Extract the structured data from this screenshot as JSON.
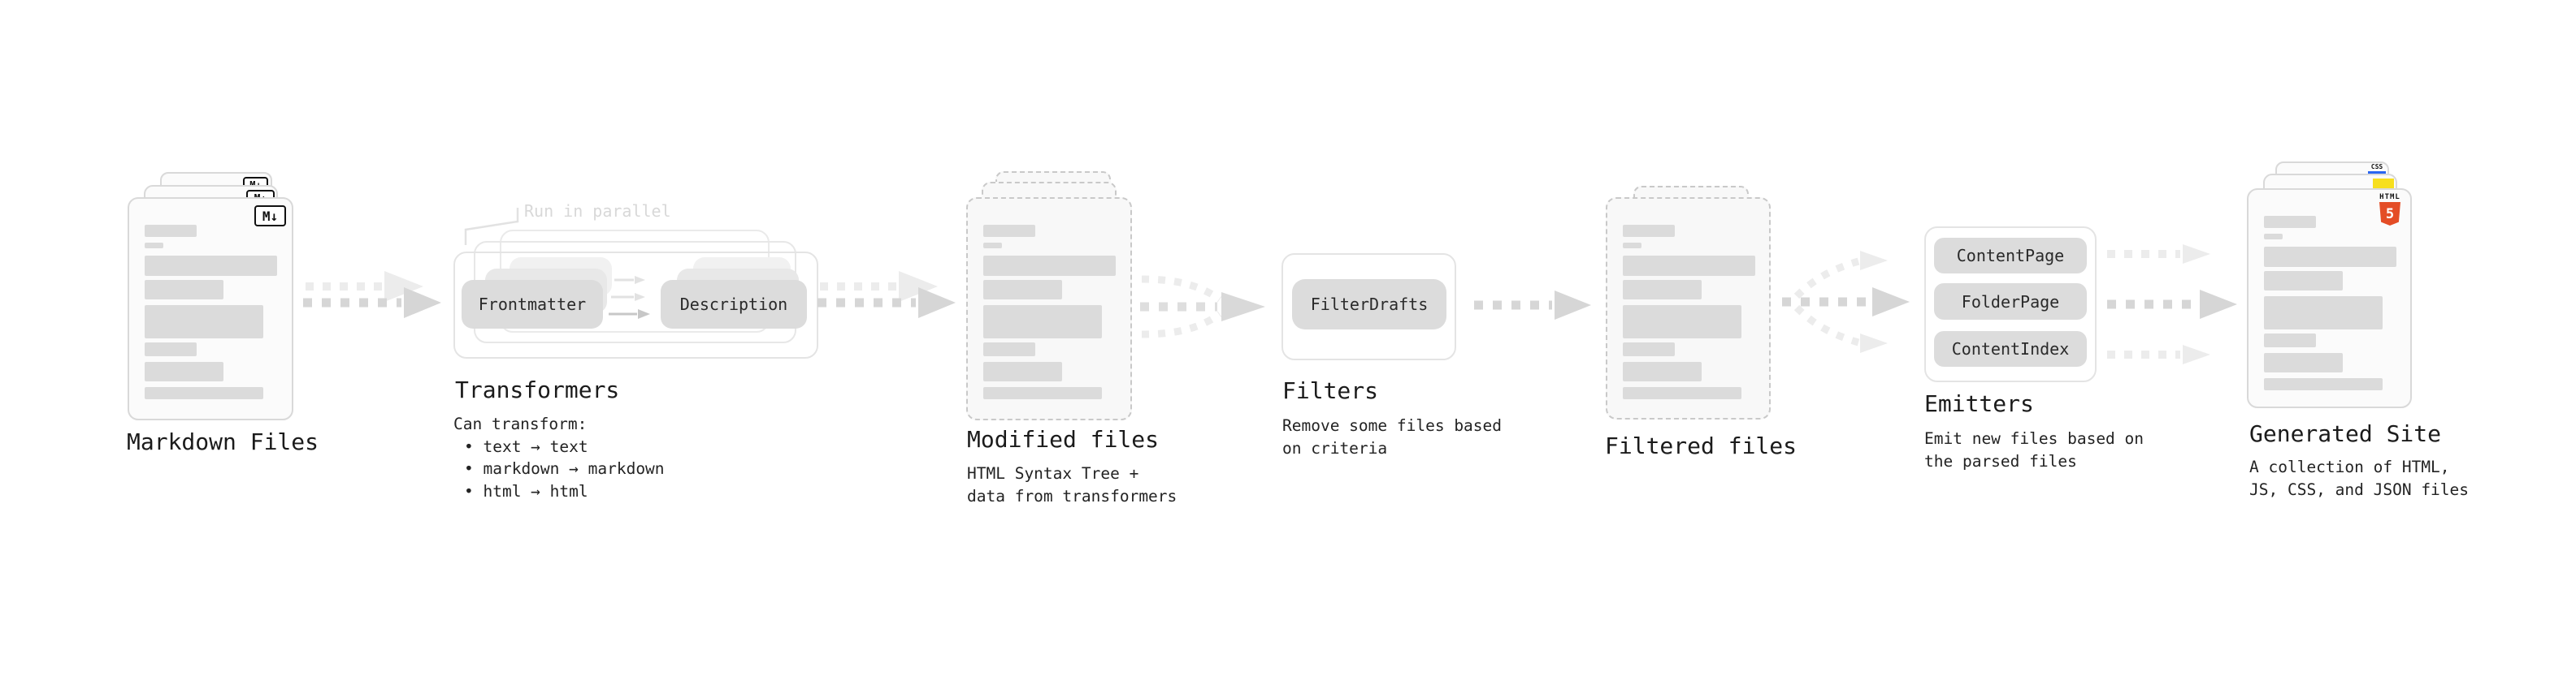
{
  "diagram": {
    "stages": {
      "markdown": {
        "title": "Markdown Files",
        "badge": "M↓"
      },
      "transformers": {
        "title": "Transformers",
        "note": "Run in parallel",
        "pills": [
          "Frontmatter",
          "Description"
        ],
        "desc": [
          "Can transform:",
          "• text → text",
          "• markdown → markdown",
          "• html → html"
        ]
      },
      "modified": {
        "title": "Modified files",
        "desc": [
          "HTML Syntax Tree +",
          "data from transformers"
        ]
      },
      "filters": {
        "title": "Filters",
        "pills": [
          "FilterDrafts"
        ],
        "desc": [
          "Remove some files based",
          "on criteria"
        ]
      },
      "filtered": {
        "title": "Filtered files"
      },
      "emitters": {
        "title": "Emitters",
        "pills": [
          "ContentPage",
          "FolderPage",
          "ContentIndex"
        ],
        "desc": [
          "Emit new files based on",
          "the parsed files"
        ]
      },
      "generated": {
        "title": "Generated Site",
        "desc": [
          "A collection of HTML,",
          "JS, CSS, and JSON files"
        ],
        "badges": {
          "html_label": "HTML",
          "html_number": "5",
          "css_label": "CSS"
        }
      }
    },
    "colors": {
      "text": "#1e1e1e",
      "note_muted": "#d8d8d8",
      "pill_fill": "#dcdcdc",
      "arrow_dark": "#d6d6d6",
      "arrow_light": "#ececec",
      "html5_orange": "#e44d26",
      "js_yellow": "#f7df1e",
      "css_blue": "#2965f1"
    }
  }
}
